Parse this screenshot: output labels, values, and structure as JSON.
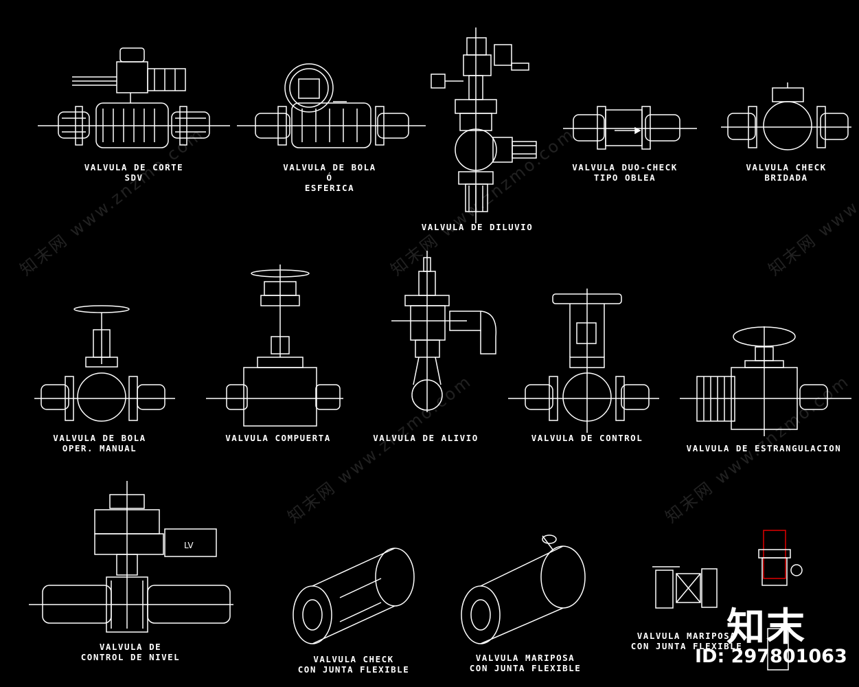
{
  "labels": {
    "corte": [
      "VALVULA DE CORTE",
      "SDV"
    ],
    "bola": [
      "VALVULA DE BOLA",
      "Ó",
      "ESFERICA"
    ],
    "diluvio": [
      "VALVULA DE DILUVIO"
    ],
    "duo_check": [
      "VALVULA DUO-CHECK",
      "TIPO OBLEA"
    ],
    "check_bridada": [
      "VALVULA CHECK",
      "BRIDADA"
    ],
    "bola_manual": [
      "VALVULA DE BOLA",
      "OPER. MANUAL"
    ],
    "compuerta": [
      "VALVULA COMPUERTA"
    ],
    "alivio": [
      "VALVULA DE ALIVIO"
    ],
    "control": [
      "VALVULA DE CONTROL"
    ],
    "estrangulacion": [
      "VALVULA DE ESTRANGULACION"
    ],
    "nivel": [
      "VALVULA DE",
      "CONTROL DE NIVEL"
    ],
    "check_flex": [
      "VALVULA CHECK",
      "CON JUNTA FLEXIBLE"
    ],
    "mariposa_flex": [
      "VALVULA MARIPOSA",
      "CON JUNTA FLEXIBLE"
    ],
    "mariposa_flex_small": [
      "VALVULA MARIPOSA",
      "CON JUNTA FLEXIBLE"
    ]
  },
  "actuator_tag": "LV",
  "watermark_text": "知末网 www.znzmo.com",
  "brand_logo": "知末",
  "image_id": "ID: 297801063",
  "colors": {
    "background": "#000000",
    "line": "#ffffff",
    "accent": "#e00000"
  }
}
